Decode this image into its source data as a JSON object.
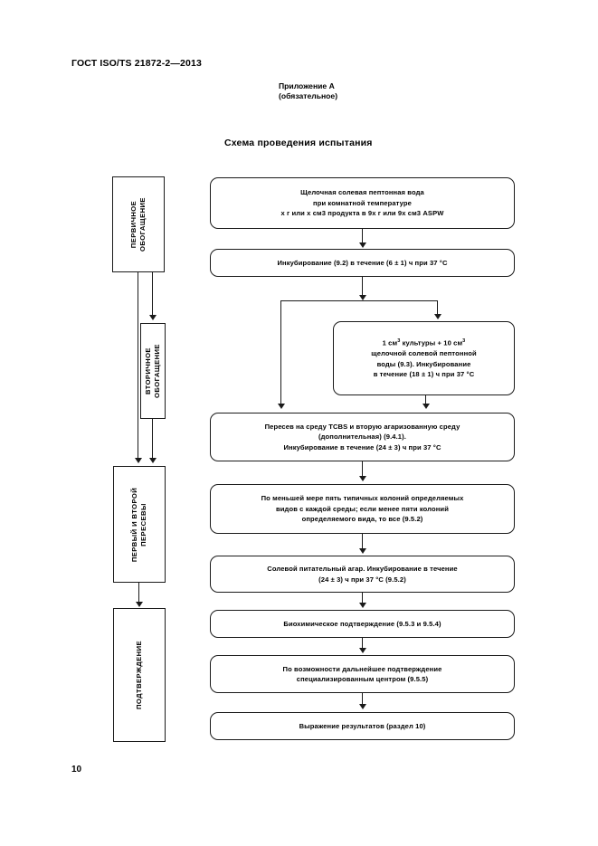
{
  "document": {
    "standard_code": "ГОСТ ISO/TS 21872-2—2013",
    "annex_line1": "Приложение А",
    "annex_line2": "(обязательное)",
    "scheme_title": "Схема проведения испытания",
    "page_number": "10"
  },
  "stages": [
    {
      "id": "primary-enrichment",
      "label": "ПЕРВИЧНОЕ ОБОГАЩЕНИЕ"
    },
    {
      "id": "secondary-enrichment",
      "label": "ВТОРИЧНОЕ ОБОГАЩЕНИЕ"
    },
    {
      "id": "first-second-subculture",
      "label": "ПЕРВЫЙ И ВТОРОЙ ПЕРЕСЕВЫ"
    },
    {
      "id": "confirmation",
      "label": "ПОДТВЕРЖДЕНИЕ"
    }
  ],
  "flow_nodes": [
    {
      "id": "aspw",
      "lines": [
        "Щелочная солевая пептонная вода",
        "при комнатной температуре",
        "x г или x см3 продукта в 9x г или 9x см3 ASPW"
      ]
    },
    {
      "id": "incubation-6h",
      "lines": [
        "Инкубирование (9.2) в течение (6 ± 1) ч при 37 °C"
      ]
    },
    {
      "id": "culture-transfer",
      "lines": [
        "1 см3 культуры + 10 см3",
        "щелочной солевой пептонной",
        "воды (9.3). Инкубирование",
        "в течение (18 ± 1) ч при 37 °C"
      ]
    },
    {
      "id": "tcbs-plating",
      "lines": [
        "Пересев на среду TCBS и вторую агаризованную среду",
        "(дополнительная) (9.4.1).",
        "Инкубирование в течение (24 ± 3) ч при 37 °C"
      ]
    },
    {
      "id": "colony-selection",
      "lines": [
        "По меньшей мере пять типичных колоний определяемых",
        "видов с каждой среды; если менее пяти колоний",
        "определяемого вида, то все (9.5.2)"
      ]
    },
    {
      "id": "saline-nutrient-agar",
      "lines": [
        "Солевой питательный агар. Инкубирование в течение",
        "(24 ± 3) ч при 37 °C (9.5.2)"
      ]
    },
    {
      "id": "biochemical-confirmation",
      "lines": [
        "Биохимическое подтверждение (9.5.3 и 9.5.4)"
      ]
    },
    {
      "id": "specialized-center",
      "lines": [
        "По возможности дальнейшее подтверждение",
        "специализированным центром (9.5.5)"
      ]
    },
    {
      "id": "results",
      "lines": [
        "Выражение результатов (раздел 10)"
      ]
    }
  ],
  "colors": {
    "ink": "#1a1a1a",
    "paper": "#ffffff"
  }
}
